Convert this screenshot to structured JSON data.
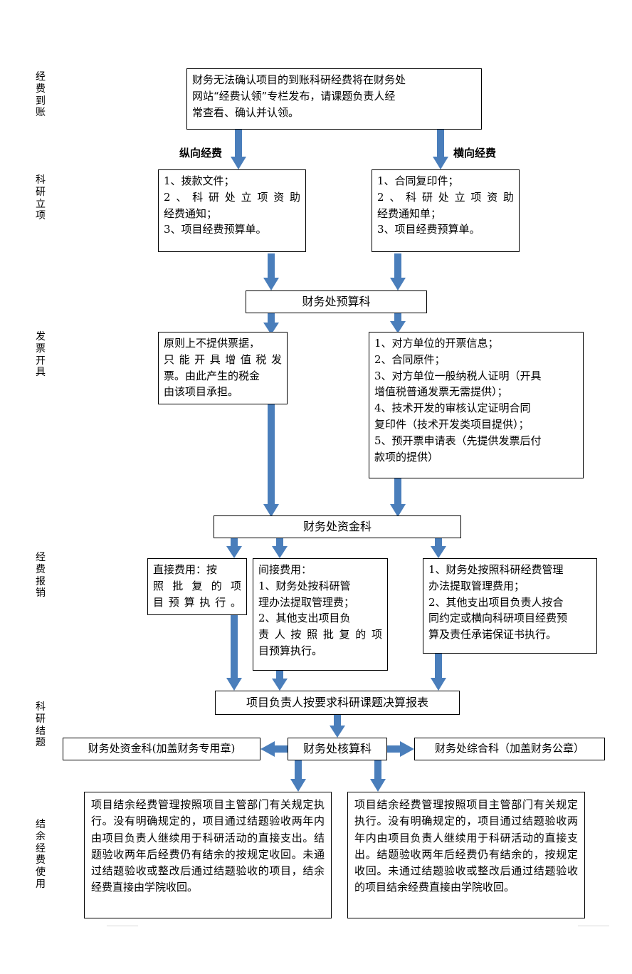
{
  "meta": {
    "title": "科研经费管理流程图",
    "arrow_color": "#4A7EBB",
    "box_border_color": "#000000",
    "background": "#ffffff"
  },
  "stages": [
    {
      "id": "funds-arrival",
      "label": "经费到账"
    },
    {
      "id": "project-initiation",
      "label": "科研立项"
    },
    {
      "id": "invoice-issuance",
      "label": "发票开具"
    },
    {
      "id": "expense-reimbursement",
      "label": "经费报销"
    },
    {
      "id": "project-closing",
      "label": "科研结题"
    },
    {
      "id": "surplus-funds-use",
      "label": "结余经费使用"
    }
  ],
  "captions": {
    "vertical_funding": "纵向经费",
    "horizontal_funding": "横向经费"
  },
  "boxes": {
    "notice": {
      "lines": [
        "财务无法确认项目的到账科研经费将在财务处",
        "网站“经费认领”专栏发布，请课题负责人经",
        "常查看、确认并认领。"
      ]
    },
    "vertical_materials": {
      "lines": [
        "1、拨款文件；",
        "2、科研处立项资助",
        "经费通知；",
        "3、项目经费预算单。"
      ]
    },
    "horizontal_materials": {
      "lines": [
        "1、合同复印件；",
        "2、科研处立项资助",
        "经费通知单；",
        "3、项目经费预算单。"
      ]
    },
    "budget_section": {
      "label": "财务处预算科"
    },
    "no_invoice_rule": {
      "lines": [
        "原则上不提供票据，",
        "只能开具增值税发",
        "票。由此产生的税金",
        "由该项目承担。"
      ]
    },
    "invoice_materials": {
      "lines": [
        "1、对方单位的开票信息；",
        "2、合同原件；",
        "3、对方单位一般纳税人证明（开具",
        "增值税普通发票无需提供）；",
        "4、技术开发的审核认定证明合同",
        "复印件（技术开发类项目提供）；",
        "5、预开票申请表（先提供发票后付",
        "款项的提供）"
      ]
    },
    "funds_section": {
      "label": "财务处资金科"
    },
    "direct_cost": {
      "lines": [
        "直接费用：按",
        "照批复的项",
        "目预算执行。"
      ]
    },
    "indirect_cost": {
      "lines": [
        "间接费用：",
        "1、财务处按科研管",
        "理办法提取管理费；",
        "2、其他支出项目负",
        "责人按照批复的项",
        "目预算执行。"
      ]
    },
    "horizontal_cost": {
      "lines": [
        "1、财务处按照科研经费管理",
        "办法提取管理费用；",
        "2、其他支出项目负责人按合",
        "同约定或横向科研项目经费预",
        "算及责任承诺保证书执行。"
      ]
    },
    "final_report": {
      "label": "项目负责人按要求科研课题决算报表"
    },
    "funds_section_seal": {
      "label": "财务处资金科(加盖财务专用章)"
    },
    "accounting_section": {
      "label": "财务处核算科"
    },
    "general_section_seal": {
      "label": "财务处综合科（加盖财务公章）"
    },
    "surplus_left": {
      "text": "项目结余经费管理按照项目主管部门有关规定执行。没有明确规定的，项目通过结题验收两年内由项目负责人继续用于科研活动的直接支出。结题验收两年后经费仍有结余的按规定收回。未通过结题验收或整改后通过结题验收的项目，结余经费直接由学院收回。"
    },
    "surplus_right": {
      "text": "项目结余经费管理按照项目主管部门有关规定执行。没有明确规定的，项目通过结题验收两年内由项目负责人继续用于科研活动的直接支出。结题验收两年后经费仍有结余的，按规定收回。未通过结题验收或整改后通过结题验收的项目结余经费直接由学院收回。"
    }
  }
}
